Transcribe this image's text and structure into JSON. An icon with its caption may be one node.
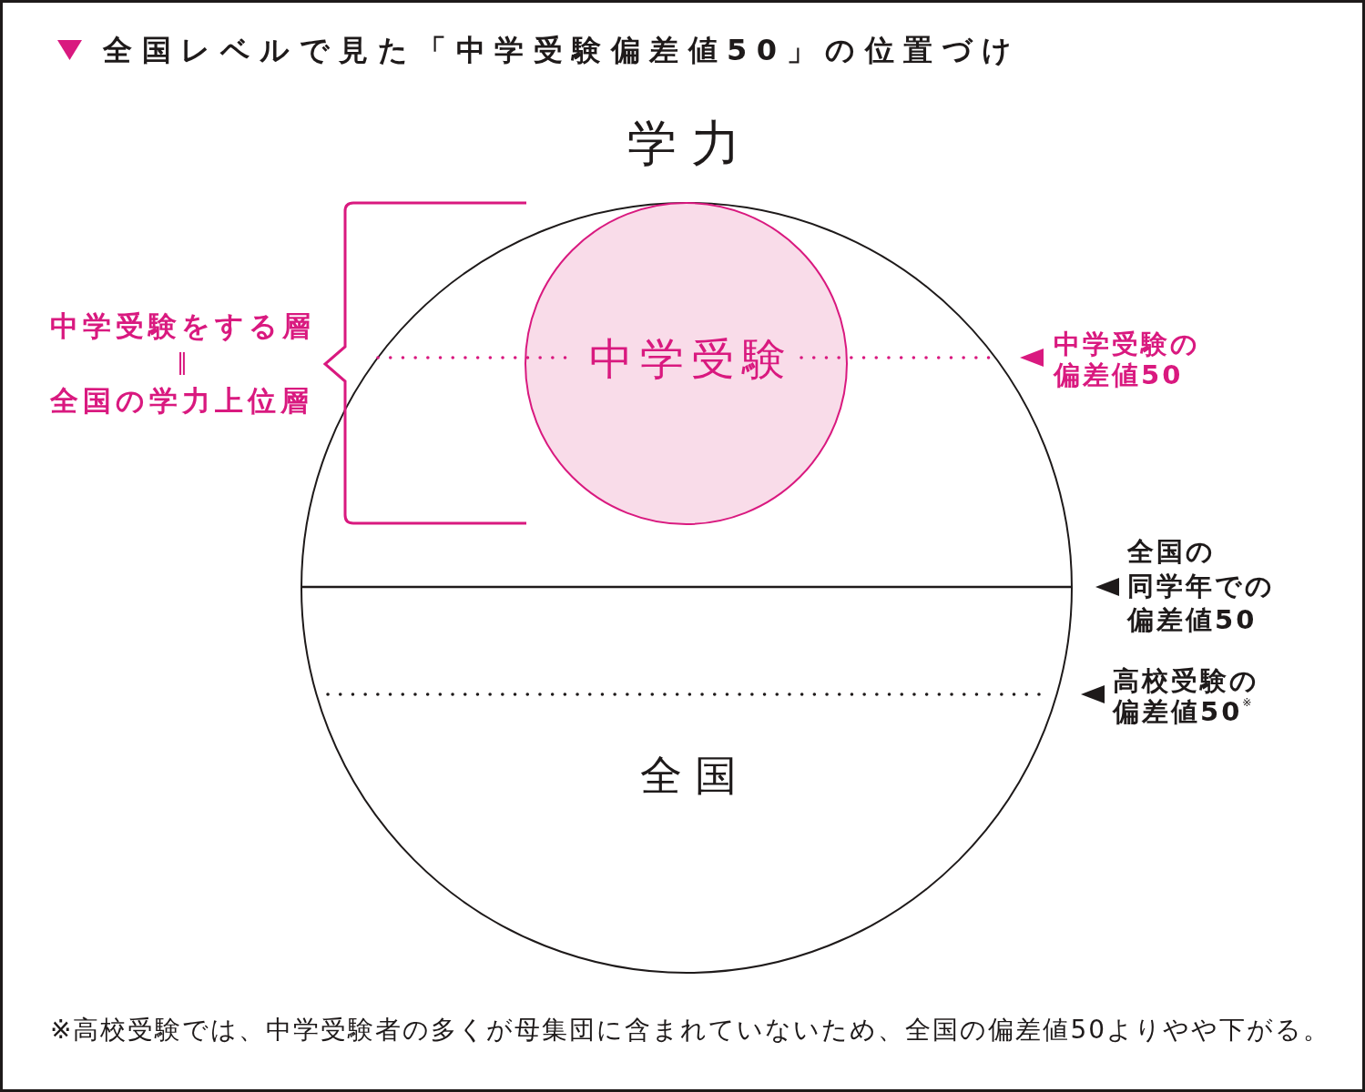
{
  "diagram": {
    "title": "全国レベルで見た「中学受験偏差値50」の位置づけ",
    "caption": "※高校受験では、中学受験者の多くが母集団に含まれていないため、全国の偏差値50よりやや下がる。",
    "nodes": [
      {
        "text": [
          "全国"
        ]
      },
      {
        "text": [
          "中学受験"
        ],
        "in": 0
      }
    ],
    "labels": [
      "学力",
      "中学受験をする層",
      "‖",
      "全国の学力上位層",
      "中学受験の偏差値50",
      "全国の同学年での偏差値50",
      "高校受験の偏差値50$^{※}$"
    ]
  }
}
